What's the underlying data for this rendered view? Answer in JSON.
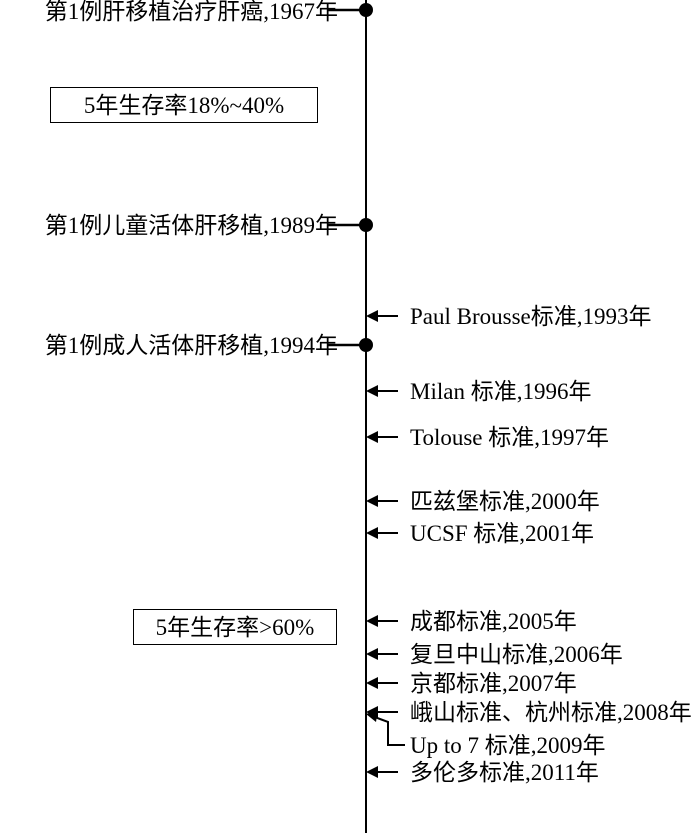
{
  "timeline": {
    "milestones": [
      {
        "label": "第1例肝移植治疗肝癌,1967年"
      },
      {
        "label": "第1例儿童活体肝移植,1989年"
      },
      {
        "label": "第1例成人活体肝移植,1994年"
      }
    ],
    "criteria": [
      {
        "label": "Paul Brousse标准,1993年"
      },
      {
        "label": "Milan 标准,1996年"
      },
      {
        "label": "Tolouse 标准,1997年"
      },
      {
        "label": "匹兹堡标准,2000年"
      },
      {
        "label": "UCSF 标准,2001年"
      },
      {
        "label": "成都标准,2005年"
      },
      {
        "label": "复旦中山标准,2006年"
      },
      {
        "label": "京都标准,2007年"
      },
      {
        "label": "峨山标准、杭州标准,2008年"
      },
      {
        "label": "Up to 7 标准,2009年"
      },
      {
        "label": "多伦多标准,2011年"
      }
    ],
    "survival_boxes": [
      {
        "label": "5年生存率18%~40%"
      },
      {
        "label": "5年生存率>60%"
      }
    ]
  }
}
